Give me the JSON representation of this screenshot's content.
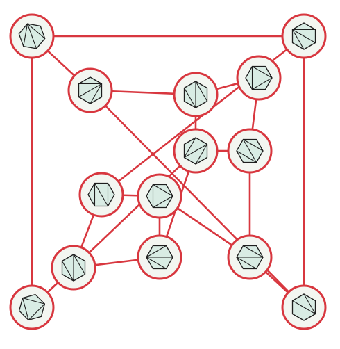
{
  "diagram": {
    "kind": "graph of hexagon triangulations (flip graph)",
    "colors": {
      "edge": "#d8373f",
      "node_border": "#d8373f",
      "node_fill": "#f3f6f1",
      "hexagon_fill": "#d9ece4",
      "hexagon_stroke": "#1e1e1e"
    },
    "nodes": [
      {
        "id": "n1",
        "triangulation": [
          [
            0,
            2
          ],
          [
            0,
            3
          ],
          [
            0,
            4
          ]
        ]
      },
      {
        "id": "n2",
        "triangulation": [
          [
            1,
            3
          ],
          [
            1,
            4
          ],
          [
            1,
            5
          ]
        ]
      },
      {
        "id": "n3",
        "triangulation": [
          [
            1,
            3
          ],
          [
            3,
            5
          ],
          [
            5,
            1
          ]
        ]
      },
      {
        "id": "n4",
        "triangulation": [
          [
            0,
            2
          ],
          [
            2,
            4
          ],
          [
            4,
            0
          ]
        ]
      },
      {
        "id": "n5",
        "triangulation": [
          [
            0,
            2
          ],
          [
            0,
            3
          ],
          [
            3,
            5
          ]
        ]
      },
      {
        "id": "n6",
        "triangulation": [
          [
            1,
            4
          ],
          [
            1,
            3
          ],
          [
            4,
            0
          ]
        ]
      },
      {
        "id": "n7",
        "triangulation": [
          [
            2,
            5
          ],
          [
            2,
            4
          ],
          [
            5,
            1
          ]
        ]
      },
      {
        "id": "n8",
        "triangulation": [
          [
            0,
            3
          ],
          [
            0,
            2
          ],
          [
            3,
            5
          ]
        ]
      },
      {
        "id": "n9",
        "triangulation": [
          [
            3,
            0
          ],
          [
            3,
            1
          ],
          [
            3,
            5
          ]
        ]
      },
      {
        "id": "n10",
        "triangulation": [
          [
            0,
            2
          ],
          [
            0,
            4
          ],
          [
            2,
            4
          ]
        ]
      },
      {
        "id": "n11",
        "triangulation": [
          [
            1,
            5
          ],
          [
            1,
            4
          ],
          [
            2,
            4
          ]
        ]
      },
      {
        "id": "n12",
        "triangulation": [
          [
            0,
            3
          ],
          [
            0,
            4
          ],
          [
            1,
            3
          ]
        ]
      },
      {
        "id": "n13",
        "triangulation": [
          [
            5,
            1
          ],
          [
            5,
            2
          ],
          [
            5,
            3
          ]
        ]
      },
      {
        "id": "n14",
        "triangulation": [
          [
            0,
            2
          ],
          [
            2,
            5
          ],
          [
            2,
            4
          ]
        ]
      }
    ],
    "edges": [
      [
        "n1",
        "n2"
      ],
      [
        "n1",
        "n3"
      ],
      [
        "n1",
        "n13"
      ],
      [
        "n2",
        "n14"
      ],
      [
        "n2",
        "n5"
      ],
      [
        "n3",
        "n6"
      ],
      [
        "n3",
        "n8"
      ],
      [
        "n4",
        "n5"
      ],
      [
        "n4",
        "n7"
      ],
      [
        "n5",
        "n6"
      ],
      [
        "n6",
        "n7"
      ],
      [
        "n6",
        "n9"
      ],
      [
        "n7",
        "n12"
      ],
      [
        "n8",
        "n9"
      ],
      [
        "n8",
        "n11"
      ],
      [
        "n9",
        "n10"
      ],
      [
        "n10",
        "n11"
      ],
      [
        "n10",
        "n12"
      ],
      [
        "n11",
        "n13"
      ],
      [
        "n12",
        "n14"
      ],
      [
        "n13",
        "n14"
      ]
    ]
  }
}
